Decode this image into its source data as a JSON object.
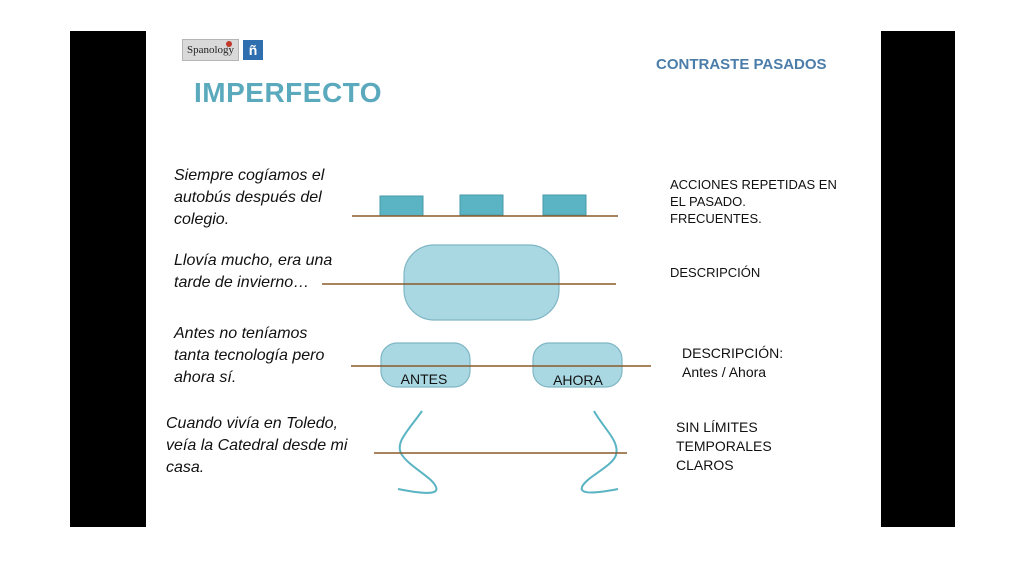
{
  "logo": {
    "brand": "Spanology",
    "badge": "ñ"
  },
  "slide": {
    "title": "IMPERFECTO",
    "subtitle": "CONTRASTE PASADOS"
  },
  "rows": [
    {
      "example": "Siempre cogíamos el\nautobús después del\ncolegio.",
      "description": "ACCIONES REPETIDAS EN\nEL PASADO.\nFRECUENTES."
    },
    {
      "example": "Llovía mucho, era una\ntarde de invierno…",
      "description": "DESCRIPCIÓN"
    },
    {
      "example": "Antes no teníamos\ntanta tecnología pero\nahora sí.",
      "description": "DESCRIPCIÓN:\nAntes / Ahora",
      "labels": [
        "ANTES",
        "AHORA"
      ]
    },
    {
      "example": "Cuando vivía en Toledo,\nveía la Catedral desde mi\ncasa.",
      "description": "SIN LÍMITES\nTEMPORALES\nCLAROS"
    }
  ],
  "colors": {
    "shape_fill": "#a9d8e3",
    "block_fill": "#5ab4c3",
    "timeline": "#8a5a2b",
    "title": "#5aa9bd",
    "subtitle": "#4a7daa"
  }
}
